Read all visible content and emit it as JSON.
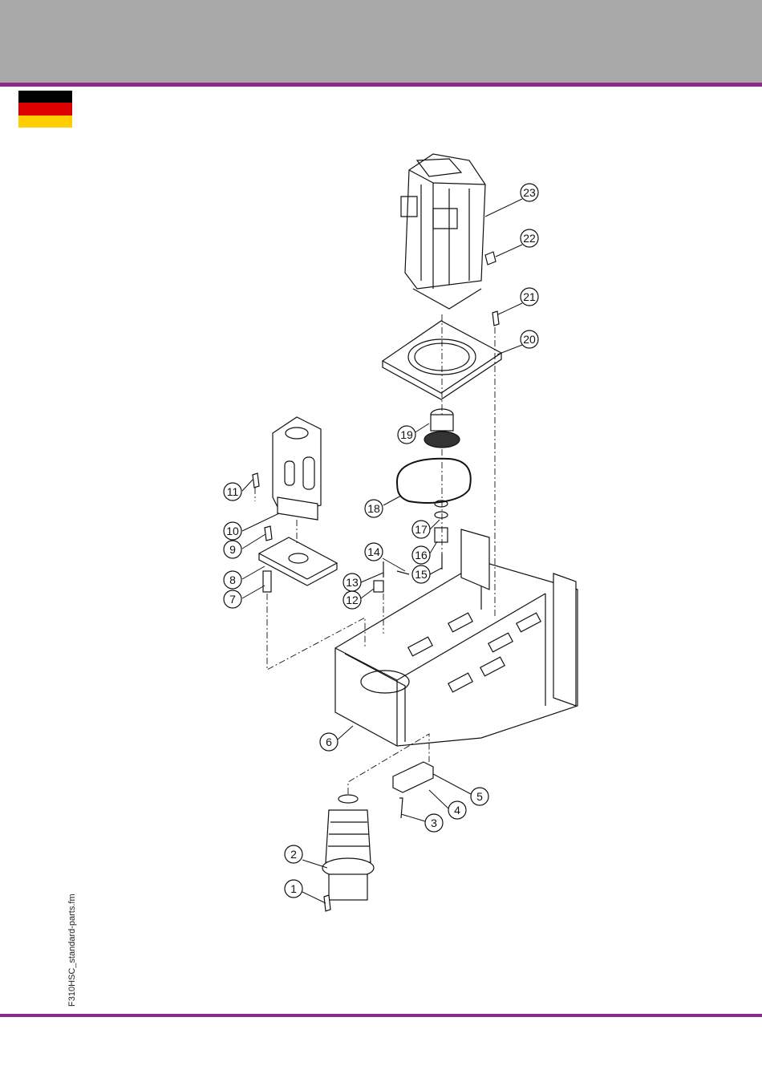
{
  "header": {
    "band_color": "#a9a9a9",
    "rule_color": "#8a2a8a"
  },
  "flag": {
    "country": "Germany",
    "colors": [
      "#000000",
      "#dd0000",
      "#ffce00"
    ]
  },
  "footer": {
    "rule_color": "#8a2a8a",
    "file_label": "F310HSC_standard-parts.fm"
  },
  "diagram": {
    "callouts": [
      "1",
      "2",
      "3",
      "4",
      "5",
      "6",
      "7",
      "8",
      "9",
      "10",
      "11",
      "12",
      "13",
      "14",
      "15",
      "16",
      "17",
      "18",
      "19",
      "20",
      "21",
      "22",
      "23"
    ]
  }
}
